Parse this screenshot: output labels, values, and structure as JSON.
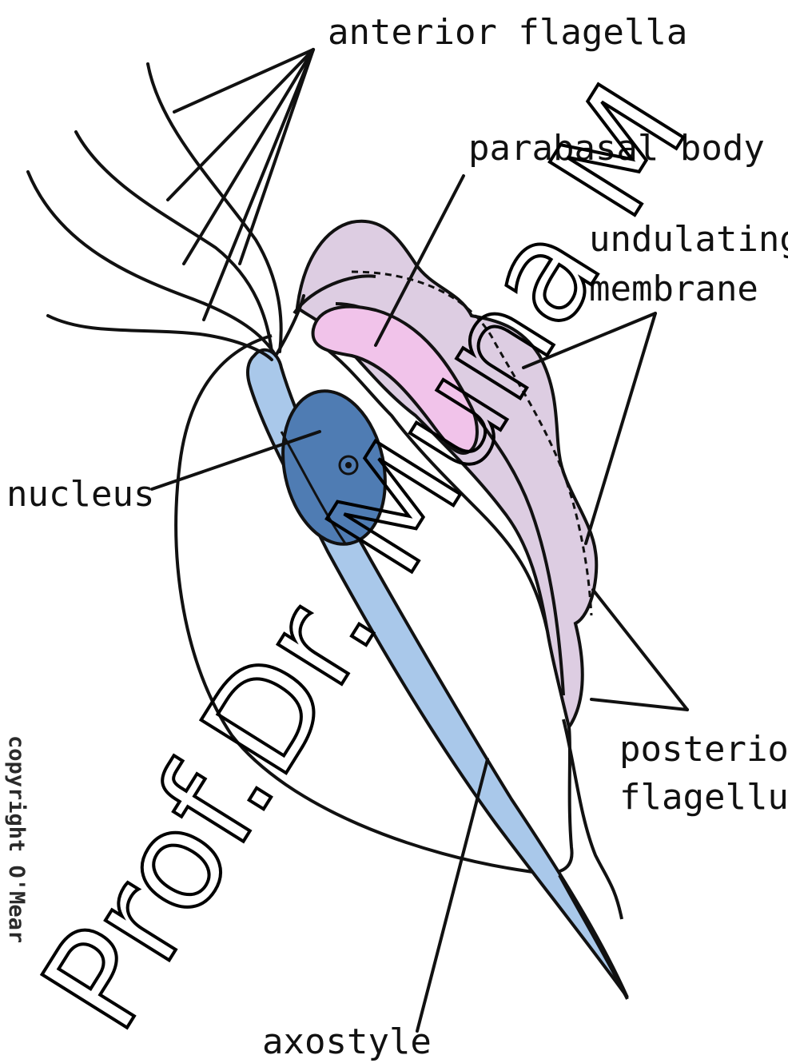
{
  "labels": {
    "anterior_flagella": "anterior flagella",
    "parabasal_body": "parabasal body",
    "undulating_line1": "undulating",
    "undulating_line2": "membrane",
    "nucleus": "nucleus",
    "posterior_line1": "posterior",
    "posterior_line2": "flagellum",
    "axostyle": "axostyle"
  },
  "copyright": "copyright O'Mear",
  "watermark": "Prof.Dr. Muna M",
  "colors": {
    "membrane": "#ddcde2",
    "parabasal": "#f1c3ea",
    "nucleus": "#4f7cb3",
    "axostyle": "#a9c8ea",
    "outline": "#111111"
  }
}
